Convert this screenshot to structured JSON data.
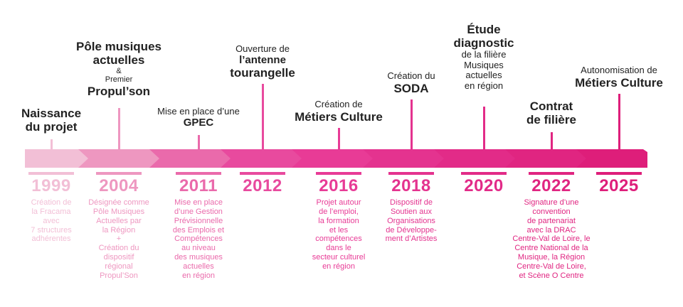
{
  "events": [
    {
      "year": "1999",
      "color": "#f2bfd6",
      "title": [
        "Naissance",
        "du projet"
      ],
      "desc": [
        "Création de",
        "la Fracama",
        "avec",
        "7 structures",
        "adhérentes"
      ]
    },
    {
      "year": "2004",
      "color": "#ee97c0",
      "title": [
        "Pôle musiques",
        "actuelles",
        "&",
        "Premier",
        "Propul’son"
      ],
      "desc": [
        "Désignée comme",
        "Pôle Musiques",
        "Actuelles par",
        "la Région",
        "+",
        "Création du",
        "dispositif",
        "régional",
        "Propul’Son"
      ]
    },
    {
      "year": "2011",
      "color": "#ea6aab",
      "title": [
        "Mise en place d’une",
        "GPEC"
      ],
      "desc": [
        "Mise en place",
        "d’une Gestion",
        "Prévisionnelle",
        "des Emplois et",
        "Compétences",
        "au niveau",
        "des musiques",
        "actuelles",
        "en région"
      ]
    },
    {
      "year": "2012",
      "color": "#e84a9e",
      "title": [
        "Ouverture de",
        "l’antenne",
        "tourangelle"
      ],
      "desc": []
    },
    {
      "year": "2016",
      "color": "#e83b96",
      "title": [
        "Création de",
        "Métiers Culture"
      ],
      "desc": [
        "Projet autour",
        "de l’emploi,",
        "la formation",
        "et les",
        "compétences",
        "dans le",
        "secteur culturel",
        "en région"
      ]
    },
    {
      "year": "2018",
      "color": "#e4338f",
      "title": [
        "Création du",
        "SODA"
      ],
      "desc": [
        "Dispositif de",
        "Soutien aux",
        "Organisations",
        "de Développe-",
        "ment d’Artistes"
      ]
    },
    {
      "year": "2020",
      "color": "#e22b88",
      "title": [
        "Étude",
        "diagnostic",
        "de la filière",
        "Musiques",
        "actuelles",
        "en région"
      ],
      "desc": []
    },
    {
      "year": "2022",
      "color": "#e02581",
      "title": [
        "Contrat",
        "de filière"
      ],
      "desc": [
        "Signature d’une",
        "convention",
        "de partenariat",
        "avec la DRAC",
        "Centre-Val de Loire, le",
        "Centre National de la",
        "Musique, la Région",
        "Centre-Val de Loire,",
        "et Scène O Centre"
      ]
    },
    {
      "year": "2025",
      "color": "#de1e7a",
      "title": [
        "Autonomisation de",
        "Métiers Culture"
      ],
      "desc": []
    }
  ]
}
